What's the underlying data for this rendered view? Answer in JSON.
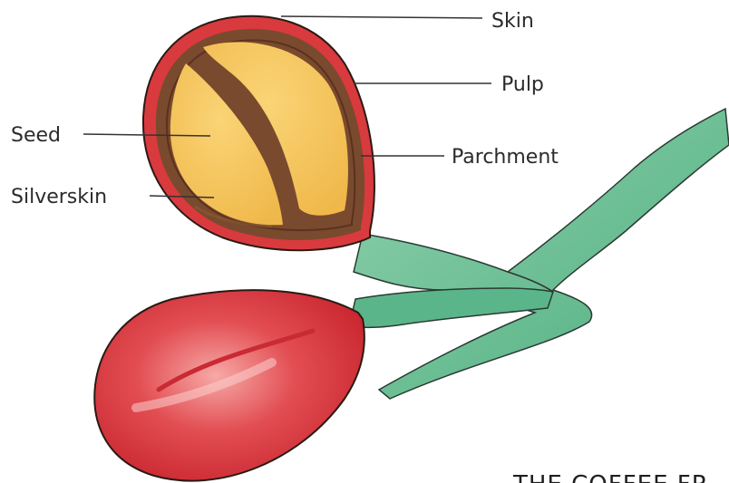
{
  "labels": {
    "skin": "Skin",
    "pulp": "Pulp",
    "parchment": "Parchment",
    "seed": "Seed",
    "silverskin": "Silverskin"
  },
  "caption": "THE COFFEE FR",
  "colors": {
    "stem_green": "#6fbf97",
    "cherry_red": "#d9343c",
    "pulp_brown": "#7a4a2e",
    "seed_yellow": "#f6c45c",
    "outline": "#2a1a14"
  }
}
